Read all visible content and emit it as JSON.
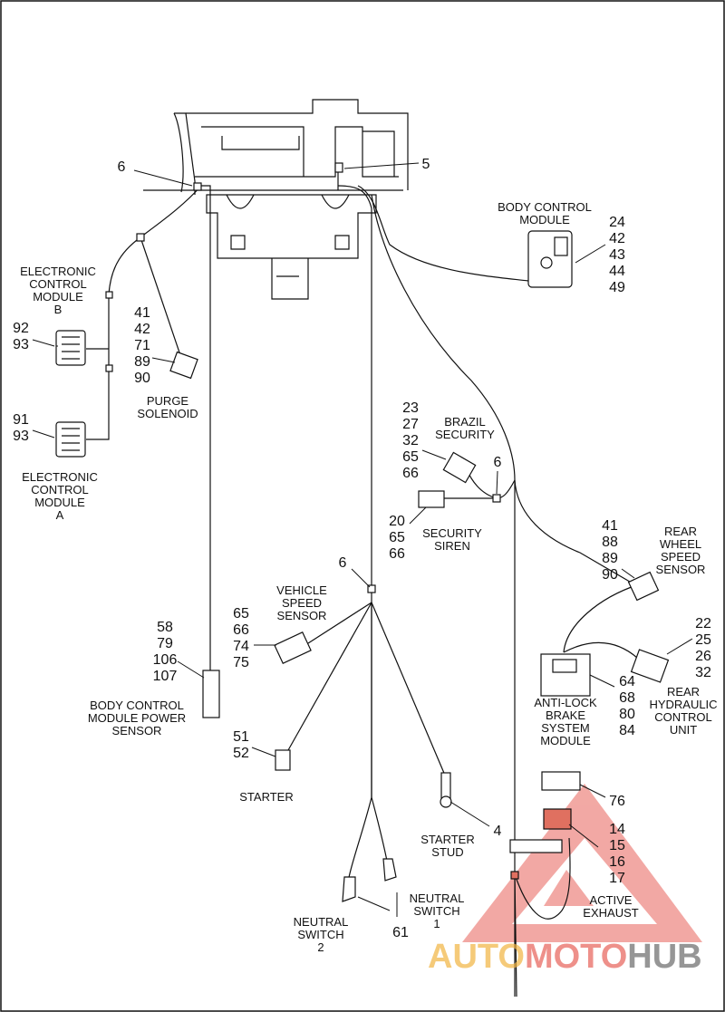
{
  "labels": {
    "body_control_module": [
      "BODY CONTROL",
      "MODULE"
    ],
    "ecm_b": [
      "ELECTRONIC",
      "CONTROL",
      "MODULE",
      "B"
    ],
    "ecm_a": [
      "ELECTRONIC",
      "CONTROL",
      "MODULE",
      "A"
    ],
    "purge_solenoid": [
      "PURGE",
      "SOLENOID"
    ],
    "brazil_security": [
      "BRAZIL",
      "SECURITY"
    ],
    "security_siren": [
      "SECURITY",
      "SIREN"
    ],
    "rear_wheel_speed_sensor": [
      "REAR",
      "WHEEL",
      "SPEED",
      "SENSOR"
    ],
    "vehicle_speed_sensor": [
      "VEHICLE",
      "SPEED",
      "SENSOR"
    ],
    "bcm_power_sensor": [
      "BODY CONTROL",
      "MODULE POWER",
      "SENSOR"
    ],
    "abs_module": [
      "ANTI-LOCK",
      "BRAKE",
      "SYSTEM",
      "MODULE"
    ],
    "rear_hydraulic_control_unit": [
      "REAR",
      "HYDRAULIC",
      "CONTROL",
      "UNIT"
    ],
    "starter": [
      "STARTER"
    ],
    "starter_stud": [
      "STARTER",
      "STUD"
    ],
    "neutral_switch_1": [
      "NEUTRAL",
      "SWITCH",
      "1"
    ],
    "neutral_switch_2": [
      "NEUTRAL",
      "SWITCH",
      "2"
    ],
    "active_exhaust": [
      "ACTIVE",
      "EXHAUST"
    ]
  },
  "callouts": {
    "ground_left": [
      "6"
    ],
    "ground_top": [
      "5"
    ],
    "bcm": [
      "24",
      "42",
      "43",
      "44",
      "49"
    ],
    "ecm_b": [
      "92",
      "93"
    ],
    "purge": [
      "41",
      "42",
      "71",
      "89",
      "90"
    ],
    "ecm_a": [
      "91",
      "93"
    ],
    "brazil": [
      "23",
      "27",
      "32",
      "65",
      "66"
    ],
    "ground_brazil": [
      "6"
    ],
    "siren": [
      "20",
      "65",
      "66"
    ],
    "rear_wheel": [
      "41",
      "88",
      "89",
      "90"
    ],
    "ground_center": [
      "6"
    ],
    "vss": [
      "65",
      "66",
      "74",
      "75"
    ],
    "bcm_power": [
      "58",
      "79",
      "106",
      "107"
    ],
    "rear_hcu": [
      "22",
      "25",
      "26",
      "32"
    ],
    "abs": [
      "64",
      "68",
      "80",
      "84"
    ],
    "starter": [
      "51",
      "52"
    ],
    "starter_stud": [
      "4"
    ],
    "active_exhaust_a": [
      "76"
    ],
    "active_exhaust_b": [
      "14",
      "15",
      "16",
      "17"
    ],
    "neutral": [
      "61"
    ]
  },
  "watermark": {
    "auto": "AUTO",
    "moto": "MOTO",
    "hub": "HUB"
  },
  "colors": {
    "line": "#111111",
    "watermark_red": "#e8625a",
    "watermark_orange": "#f2b441",
    "watermark_gray": "#6b6b6b"
  }
}
